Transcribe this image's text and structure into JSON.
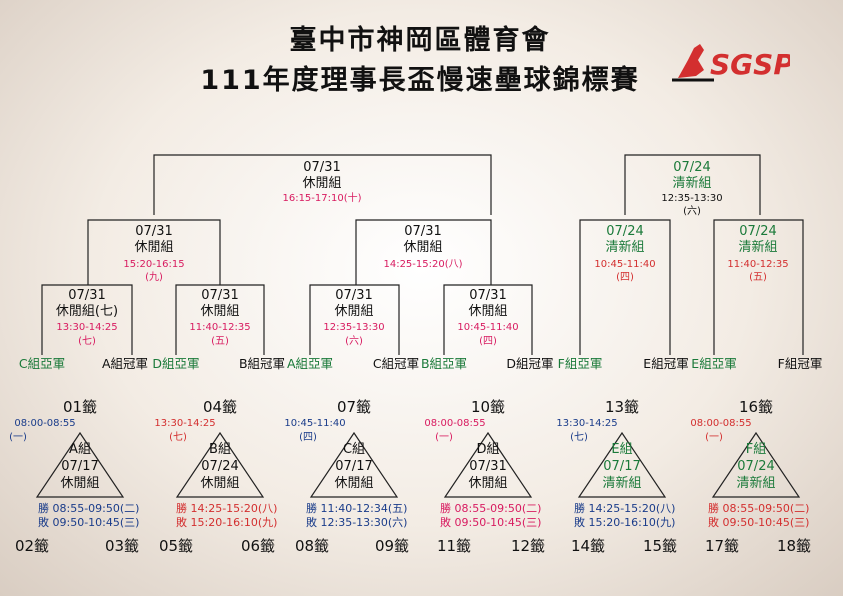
{
  "header": {
    "line1": "臺中市神岡區體育會",
    "line2": "111年度理事長盃慢速壘球錦標賽",
    "logo_text": "SGSP"
  },
  "colors": {
    "black": "#111111",
    "pink": "#d81b60",
    "red": "#d32f2f",
    "navy": "#1a3c8a",
    "green": "#1b7a3a"
  },
  "bracket": {
    "final_left": {
      "date": "07/31",
      "group": "休閒組",
      "time": "16:15-17:10(十)"
    },
    "semi1": {
      "date": "07/31",
      "group": "休閒組",
      "time": "15:20-16:15",
      "day": "(九)"
    },
    "semi2": {
      "date": "07/31",
      "group": "休閒組",
      "time": "14:25-15:20(八)"
    },
    "qf1": {
      "date": "07/31",
      "group": "休閒組(七)",
      "time": "13:30-14:25",
      "day": "(七)"
    },
    "qf2": {
      "date": "07/31",
      "group": "休閒組",
      "time": "11:40-12:35",
      "day": "(五)"
    },
    "qf3": {
      "date": "07/31",
      "group": "休閒組",
      "time": "12:35-13:30",
      "day": "(六)"
    },
    "qf4": {
      "date": "07/31",
      "group": "休閒組",
      "time": "10:45-11:40",
      "day": "(四)"
    },
    "final_right": {
      "date": "07/24",
      "group": "清新組",
      "time": "12:35-13:30",
      "day": "(六)"
    },
    "semi3": {
      "date": "07/24",
      "group": "清新組",
      "time": "10:45-11:40",
      "day": "(四)"
    },
    "semi4": {
      "date": "07/24",
      "group": "清新組",
      "time": "11:40-12:35",
      "day": "(五)"
    }
  },
  "seeds": [
    "C組亞軍",
    "A組冠軍",
    "D組亞軍",
    "B組冠軍",
    "A組亞軍",
    "C組冠軍",
    "B組亞軍",
    "D組冠軍",
    "F組亞軍",
    "E組冠軍",
    "E組亞軍",
    "F組冠軍"
  ],
  "groups": [
    {
      "top": "01籤",
      "time": "08:00-08:55",
      "day": "(一)",
      "name": "A組",
      "date": "07/17",
      "division": "休閒組",
      "win": "勝 08:55-09:50(二)",
      "lose": "敗 09:50-10:45(三)",
      "left": "02籤",
      "right": "03籤"
    },
    {
      "top": "04籤",
      "time": "13:30-14:25",
      "day": "(七)",
      "name": "B組",
      "date": "07/24",
      "division": "休閒組",
      "win": "勝 14:25-15:20(八)",
      "lose": "敗 15:20-16:10(九)",
      "left": "05籤",
      "right": "06籤"
    },
    {
      "top": "07籤",
      "time": "10:45-11:40",
      "day": "(四)",
      "name": "C組",
      "date": "07/17",
      "division": "休閒組",
      "win": "勝 11:40-12:34(五)",
      "lose": "敗 12:35-13:30(六)",
      "left": "08籤",
      "right": "09籤"
    },
    {
      "top": "10籤",
      "time": "08:00-08:55",
      "day": "(一)",
      "name": "D組",
      "date": "07/31",
      "division": "休閒組",
      "win": "勝 08:55-09:50(二)",
      "lose": "敗 09:50-10:45(三)",
      "left": "11籤",
      "right": "12籤"
    },
    {
      "top": "13籤",
      "time": "13:30-14:25",
      "day": "(七)",
      "name": "E組",
      "date": "07/17",
      "division": "清新組",
      "win": "勝 14:25-15:20(八)",
      "lose": "敗 15:20-16:10(九)",
      "left": "14籤",
      "right": "15籤"
    },
    {
      "top": "16籤",
      "time": "08:00-08:55",
      "day": "(一)",
      "name": "F組",
      "date": "07/24",
      "division": "清新組",
      "win": "勝 08:55-09:50(二)",
      "lose": "敗 09:50-10:45(三)",
      "left": "17籤",
      "right": "18籤"
    }
  ]
}
